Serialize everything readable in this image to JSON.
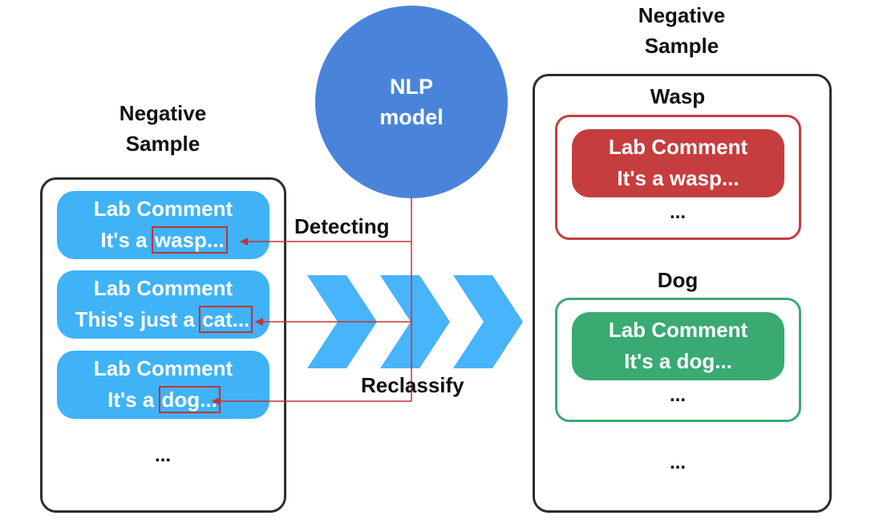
{
  "left": {
    "heading": [
      "Negative",
      "Sample"
    ],
    "comments": [
      {
        "title": "Lab Comment",
        "prefix": "It's a ",
        "keyword": "wasp..."
      },
      {
        "title": "Lab Comment",
        "prefix": "This's just a ",
        "keyword": "cat..."
      },
      {
        "title": "Lab Comment",
        "prefix": "It's a ",
        "keyword": "dog..."
      }
    ],
    "ellipsis": "..."
  },
  "model": {
    "line1": "NLP",
    "line2": "model"
  },
  "arrows": {
    "detecting": "Detecting",
    "reclassify": "Reclassify"
  },
  "right": {
    "heading": [
      "Negative",
      "Sample"
    ],
    "groups": [
      {
        "name": "Wasp",
        "title": "Lab Comment",
        "text": "It's a wasp...",
        "ellipsis": "..."
      },
      {
        "name": "Dog",
        "title": "Lab Comment",
        "text": "It's a dog...",
        "ellipsis": "..."
      }
    ],
    "ellipsis": "..."
  },
  "colors": {
    "comment_blue": "#3fb3f5",
    "circle_blue": "#4a84da",
    "chevron_blue": "#47b4fb",
    "wasp_red": "#c63d3e",
    "dog_green": "#39aa72",
    "highlight_red": "#c4323a",
    "panel_border": "#2d2d2d"
  },
  "icons": {
    "flow": "chevron-right-icon",
    "pointer": "arrow-left-icon"
  }
}
